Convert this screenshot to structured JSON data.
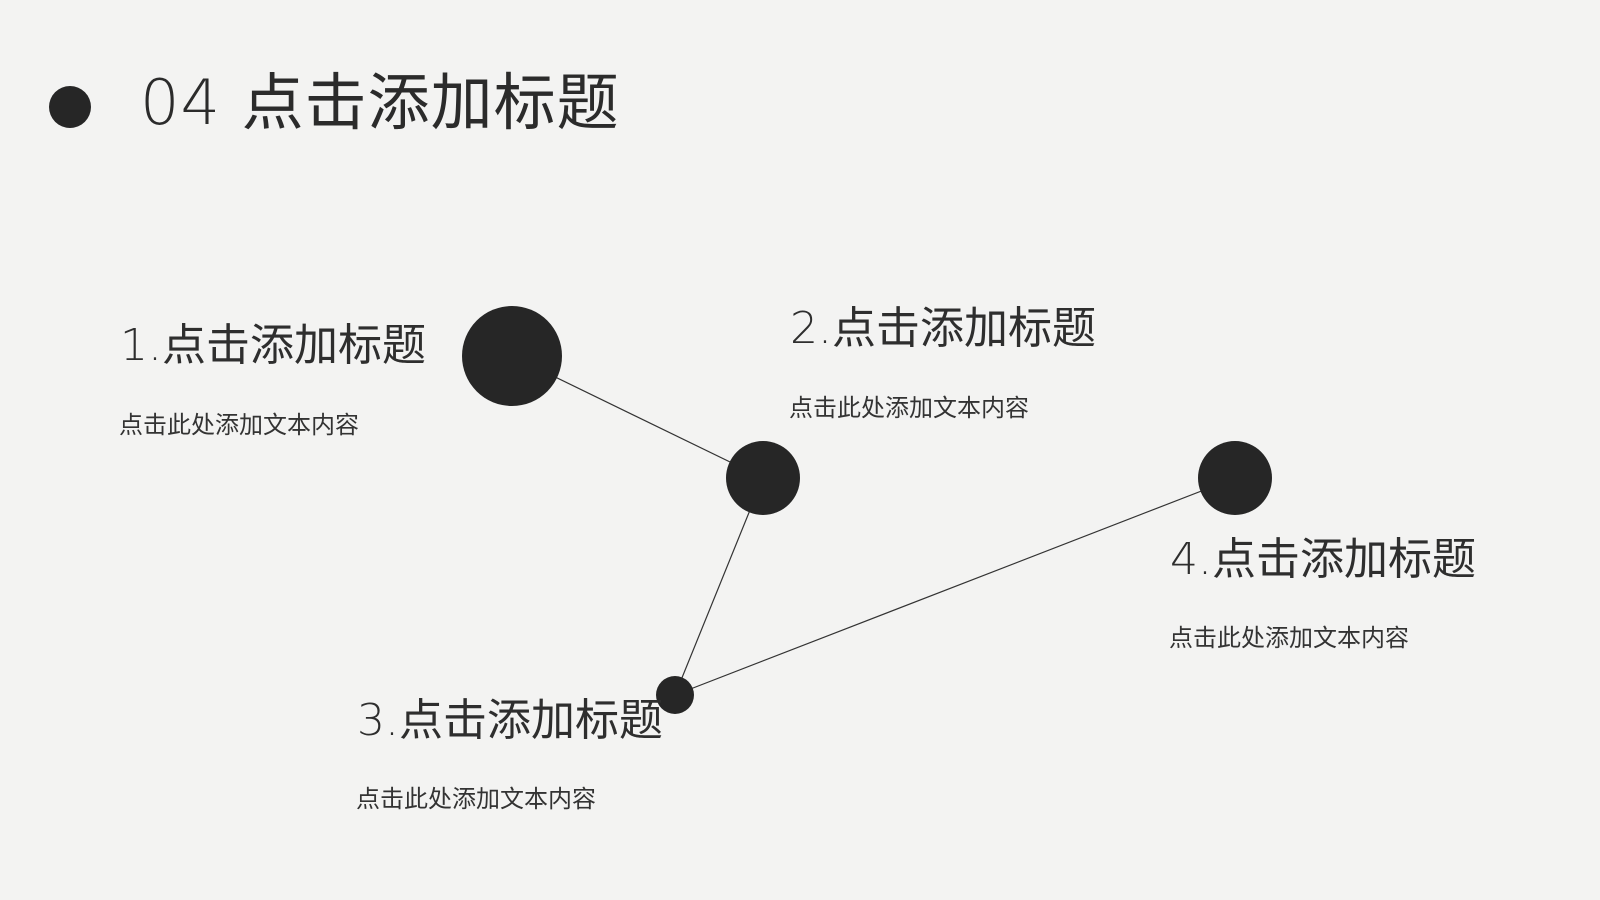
{
  "title": {
    "number": "04",
    "text": "点击添加标题"
  },
  "items": [
    {
      "heading": "1.点击添加标题",
      "body": "点击此处添加文本内容"
    },
    {
      "heading": "2.点击添加标题",
      "body": "点击此处添加文本内容"
    },
    {
      "heading": "3.点击添加标题",
      "body": "点击此处添加文本内容"
    },
    {
      "heading": "4.点击添加标题",
      "body": "点击此处添加文本内容"
    }
  ],
  "colors": {
    "background": "#f3f3f2",
    "dot": "#262626"
  }
}
